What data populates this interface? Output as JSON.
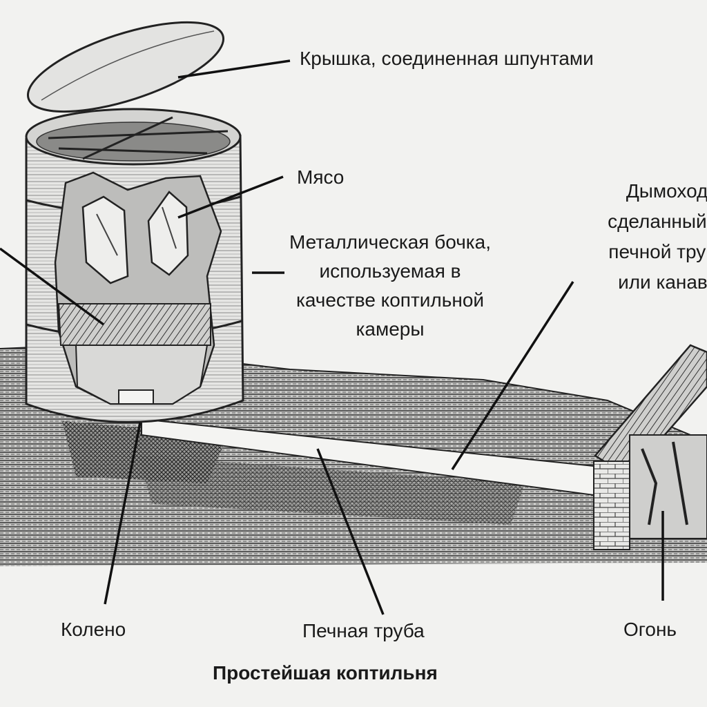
{
  "labels": {
    "lid": "Крышка, соединенная шпунтами",
    "meat": "Мясо",
    "barrel_line1": "Металлическая бочка,",
    "barrel_line2": "используемая в",
    "barrel_line3": "качестве коптильной",
    "barrel_line4": "камеры",
    "chimney_line1": "Дымоход,",
    "chimney_line2": "сделанный из",
    "chimney_line3": "печной трубы",
    "chimney_line4": "или канавы",
    "elbow": "Колено",
    "pipe": "Печная труба",
    "fire": "Огонь"
  },
  "caption": "Простейшая коптильня"
}
